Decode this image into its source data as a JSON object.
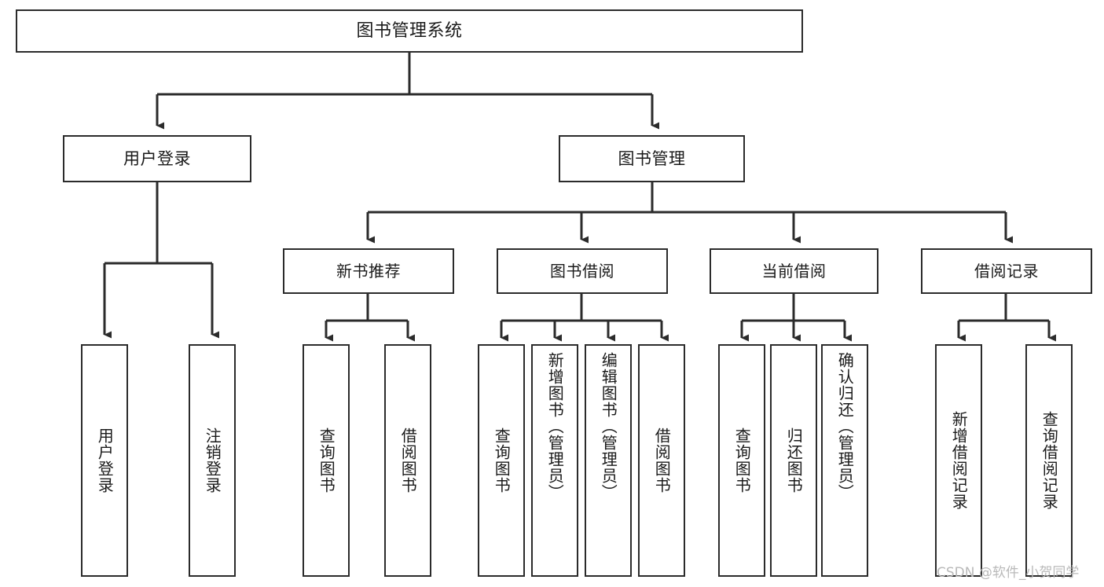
{
  "diagram": {
    "type": "tree-hierarchy",
    "title": "图书管理系统",
    "root": {
      "label": "图书管理系统"
    },
    "level2": [
      {
        "label": "用户登录"
      },
      {
        "label": "图书管理"
      }
    ],
    "level3": [
      {
        "label": "新书推荐"
      },
      {
        "label": "图书借阅"
      },
      {
        "label": "当前借阅"
      },
      {
        "label": "借阅记录"
      }
    ],
    "leaves": {
      "user_login": [
        {
          "label": "用户登录"
        },
        {
          "label": "注销登录"
        }
      ],
      "new_book_recommend": [
        {
          "label": "查询图书"
        },
        {
          "label": "借阅图书"
        }
      ],
      "book_borrow": [
        {
          "label": "查询图书"
        },
        {
          "label": "新增图书（管理员）"
        },
        {
          "label": "编辑图书（管理员）"
        },
        {
          "label": "借阅图书"
        }
      ],
      "current_borrow": [
        {
          "label": "查询图书"
        },
        {
          "label": "归还图书"
        },
        {
          "label": "确认归还（管理员）"
        }
      ],
      "borrow_records": [
        {
          "label": "新增借阅记录"
        },
        {
          "label": "查询借阅记录"
        }
      ]
    }
  },
  "watermark": {
    "text": "CSDN @软件_小贺同学"
  },
  "colors": {
    "border": "#2b2b2b",
    "background": "#ffffff",
    "text": "#1a1a1a",
    "watermark": "#b9b9b9"
  }
}
